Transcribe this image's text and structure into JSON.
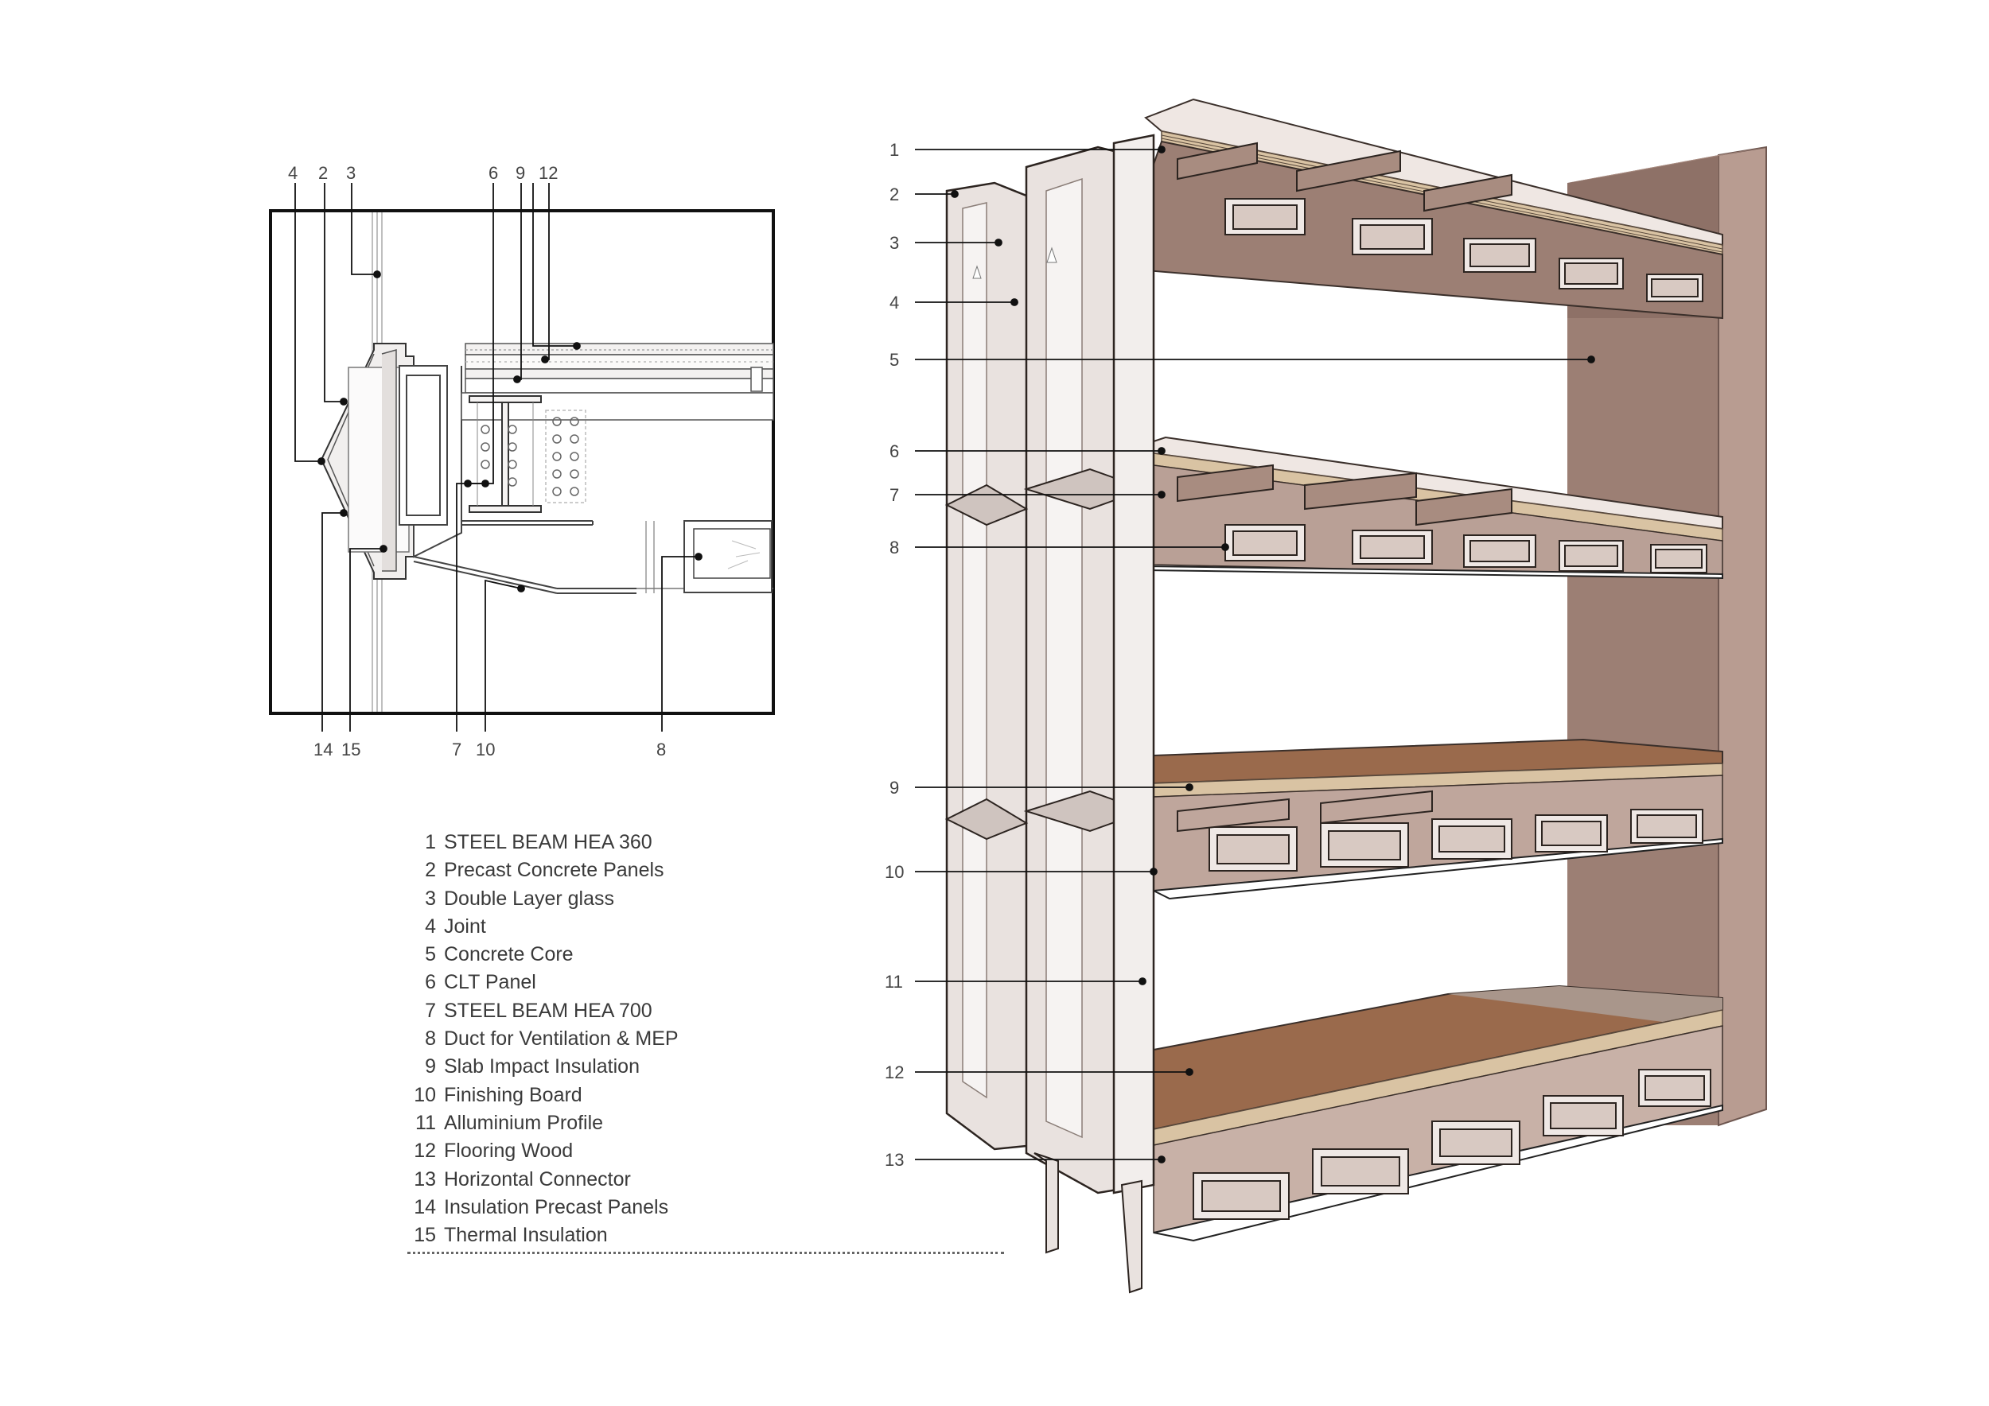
{
  "detail_callouts_top": [
    "4",
    "2",
    "3",
    "6",
    "9",
    "12"
  ],
  "detail_callouts_bottom": [
    "14",
    "15",
    "7",
    "10",
    "8"
  ],
  "axo_callouts": [
    "1",
    "2",
    "3",
    "4",
    "5",
    "6",
    "7",
    "8",
    "9",
    "10",
    "11",
    "12",
    "13"
  ],
  "legend": [
    {
      "n": "1",
      "label": "STEEL BEAM HEA 360"
    },
    {
      "n": "2",
      "label": "Precast Concrete Panels"
    },
    {
      "n": "3",
      "label": "Double Layer glass"
    },
    {
      "n": "4",
      "label": "Joint"
    },
    {
      "n": "5",
      "label": "Concrete Core"
    },
    {
      "n": "6",
      "label": "CLT Panel"
    },
    {
      "n": "7",
      "label": "STEEL BEAM HEA 700"
    },
    {
      "n": "8",
      "label": "Duct for Ventilation & MEP"
    },
    {
      "n": "9",
      "label": "Slab Impact Insulation"
    },
    {
      "n": "10",
      "label": "Finishing Board"
    },
    {
      "n": "11",
      "label": "Alluminium Profile"
    },
    {
      "n": "12",
      "label": "Flooring Wood"
    },
    {
      "n": "13",
      "label": "Horizontal Connector"
    },
    {
      "n": "14",
      "label": "Insulation Precast Panels"
    },
    {
      "n": "15",
      "label": "Thermal Insulation"
    }
  ],
  "colors": {
    "core": "#9c7f74",
    "core_dark": "#7e6359",
    "panel": "#e9e2df",
    "timber": "#d9c3a3",
    "floor_wood": "#9a6a4c",
    "duct": "#efe8e5",
    "line": "#222222"
  }
}
